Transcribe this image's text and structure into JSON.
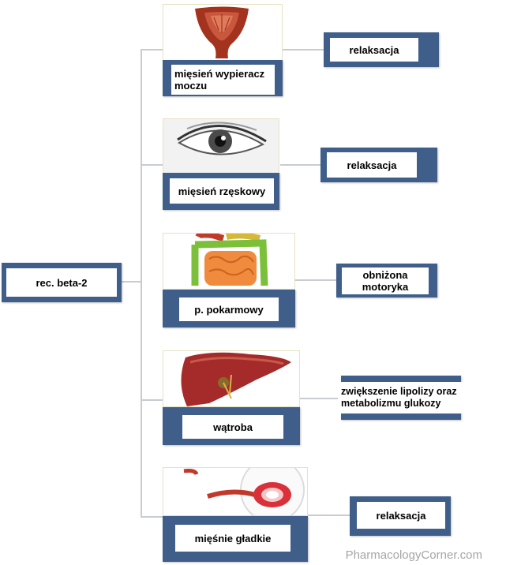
{
  "root": {
    "label": "rec. beta-2"
  },
  "branches": [
    {
      "organ": "mięsień wypieracz moczu",
      "effect": "relaksacja",
      "image_icon": "bladder-icon"
    },
    {
      "organ": "mięsień rzęskowy",
      "effect": "relaksacja",
      "image_icon": "eye-icon"
    },
    {
      "organ": "p. pokarmowy",
      "effect": "obniżona motoryka",
      "image_icon": "intestine-icon"
    },
    {
      "organ": "wątroba",
      "effect": "zwiększenie lipolizy oraz metabolizmu glukozy",
      "image_icon": "liver-icon"
    },
    {
      "organ": "mięśnie gładkie",
      "effect": "relaksacja",
      "image_icon": "smooth-muscle-icon"
    }
  ],
  "watermark": "PharmacologyCorner.com",
  "colors": {
    "box": "#3f5f8a",
    "connector": "#c8cbcf",
    "label_bg": "#ffffff"
  }
}
